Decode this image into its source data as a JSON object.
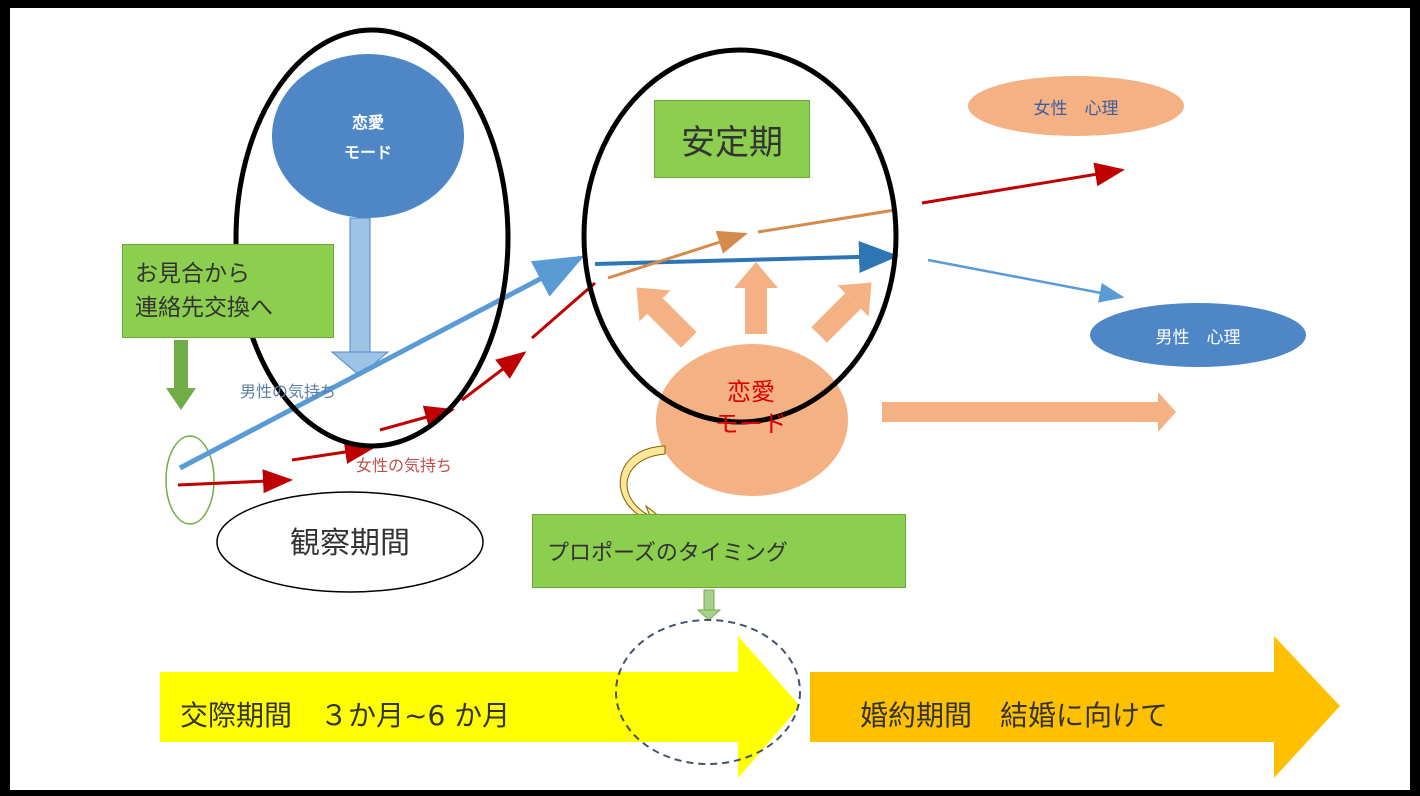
{
  "nodes": {
    "love_mode_top": "恋愛\nモード",
    "stable_period": "安定期",
    "female_psychology": "女性　心理",
    "male_psychology": "男性　心理",
    "exchange_contact": "お見合から\n連絡先交換へ",
    "male_feeling": "男性の気持ち",
    "female_feeling": "女性の気持ち",
    "love_mode_center": "恋愛\nモード",
    "observation_period": "観察期間",
    "proposal_timing": "プロポーズのタイミング",
    "dating_period": "交際期間　３か月~6 か月",
    "engagement_period": "婚約期間　結婚に向けて"
  },
  "colors": {
    "green": "#8ccf4f",
    "blue_ellipse": "#4f86c6",
    "peach": "#f0a67d",
    "yellow": "#ffff00",
    "orange": "#ffc000",
    "red_line": "#c00000",
    "blue_line": "#5b9bd5",
    "orange_line": "#d58b4c"
  }
}
